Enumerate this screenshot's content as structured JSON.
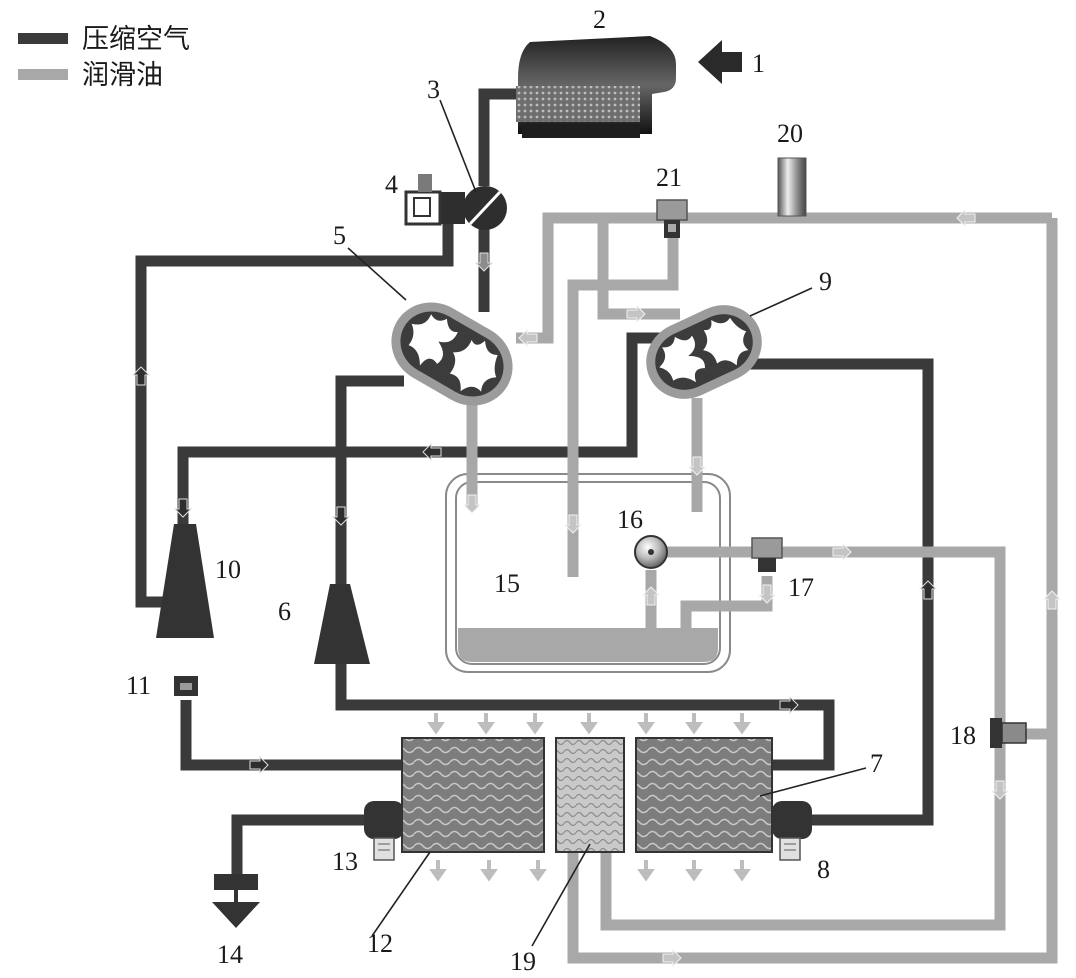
{
  "legend": {
    "compressed_air": "压缩空气",
    "lubricating_oil": "润滑油",
    "air_color": "#3a3a3a",
    "oil_color": "#a8a8a8"
  },
  "labels": {
    "n1": "1",
    "n2": "2",
    "n3": "3",
    "n4": "4",
    "n5": "5",
    "n6": "6",
    "n7": "7",
    "n8": "8",
    "n9": "9",
    "n10": "10",
    "n11": "11",
    "n12": "12",
    "n13": "13",
    "n14": "14",
    "n15": "15",
    "n16": "16",
    "n17": "17",
    "n18": "18",
    "n19": "19",
    "n20": "20",
    "n21": "21"
  }
}
